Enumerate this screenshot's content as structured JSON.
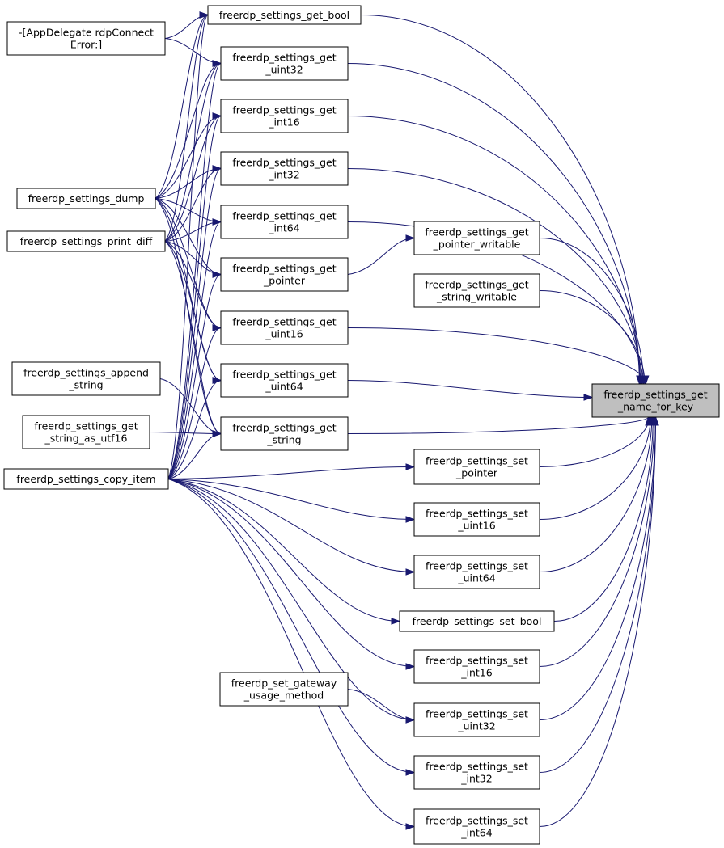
{
  "graph": {
    "nodes": [
      {
        "id": "get_name_for_key",
        "lines": [
          "freerdp_settings_get",
          "_name_for_key"
        ],
        "highlight": true
      },
      {
        "id": "get_bool",
        "lines": [
          "freerdp_settings_get_bool"
        ]
      },
      {
        "id": "get_uint32",
        "lines": [
          "freerdp_settings_get",
          "_uint32"
        ]
      },
      {
        "id": "get_int16",
        "lines": [
          "freerdp_settings_get",
          "_int16"
        ]
      },
      {
        "id": "get_int32",
        "lines": [
          "freerdp_settings_get",
          "_int32"
        ]
      },
      {
        "id": "get_int64",
        "lines": [
          "freerdp_settings_get",
          "_int64"
        ]
      },
      {
        "id": "get_pointer",
        "lines": [
          "freerdp_settings_get",
          "_pointer"
        ]
      },
      {
        "id": "get_uint16",
        "lines": [
          "freerdp_settings_get",
          "_uint16"
        ]
      },
      {
        "id": "get_uint64",
        "lines": [
          "freerdp_settings_get",
          "_uint64"
        ]
      },
      {
        "id": "get_string",
        "lines": [
          "freerdp_settings_get",
          "_string"
        ]
      },
      {
        "id": "get_pointer_writable",
        "lines": [
          "freerdp_settings_get",
          "_pointer_writable"
        ]
      },
      {
        "id": "get_string_writable",
        "lines": [
          "freerdp_settings_get",
          "_string_writable"
        ]
      },
      {
        "id": "set_pointer",
        "lines": [
          "freerdp_settings_set",
          "_pointer"
        ]
      },
      {
        "id": "set_uint16",
        "lines": [
          "freerdp_settings_set",
          "_uint16"
        ]
      },
      {
        "id": "set_uint64",
        "lines": [
          "freerdp_settings_set",
          "_uint64"
        ]
      },
      {
        "id": "set_bool",
        "lines": [
          "freerdp_settings_set_bool"
        ]
      },
      {
        "id": "set_int16",
        "lines": [
          "freerdp_settings_set",
          "_int16"
        ]
      },
      {
        "id": "set_uint32",
        "lines": [
          "freerdp_settings_set",
          "_uint32"
        ]
      },
      {
        "id": "set_int32",
        "lines": [
          "freerdp_settings_set",
          "_int32"
        ]
      },
      {
        "id": "set_int64",
        "lines": [
          "freerdp_settings_set",
          "_int64"
        ]
      },
      {
        "id": "rdp_connect_error",
        "lines": [
          "-[AppDelegate rdpConnect",
          "Error:]"
        ]
      },
      {
        "id": "settings_dump",
        "lines": [
          "freerdp_settings_dump"
        ]
      },
      {
        "id": "settings_print_diff",
        "lines": [
          "freerdp_settings_print_diff"
        ]
      },
      {
        "id": "append_string",
        "lines": [
          "freerdp_settings_append",
          "_string"
        ]
      },
      {
        "id": "get_string_as_utf16",
        "lines": [
          "freerdp_settings_get",
          "_string_as_utf16"
        ]
      },
      {
        "id": "copy_item",
        "lines": [
          "freerdp_settings_copy_item"
        ]
      },
      {
        "id": "set_gateway_usage_method",
        "lines": [
          "freerdp_set_gateway",
          "_usage_method"
        ]
      }
    ],
    "edges": [
      {
        "from": "get_bool",
        "to": "get_name_for_key"
      },
      {
        "from": "get_uint32",
        "to": "get_name_for_key"
      },
      {
        "from": "get_int16",
        "to": "get_name_for_key"
      },
      {
        "from": "get_int32",
        "to": "get_name_for_key"
      },
      {
        "from": "get_int64",
        "to": "get_name_for_key"
      },
      {
        "from": "get_pointer_writable",
        "to": "get_name_for_key"
      },
      {
        "from": "get_string_writable",
        "to": "get_name_for_key"
      },
      {
        "from": "get_uint16",
        "to": "get_name_for_key"
      },
      {
        "from": "get_uint64",
        "to": "get_name_for_key"
      },
      {
        "from": "get_string",
        "to": "get_name_for_key"
      },
      {
        "from": "set_pointer",
        "to": "get_name_for_key"
      },
      {
        "from": "set_uint16",
        "to": "get_name_for_key"
      },
      {
        "from": "set_uint64",
        "to": "get_name_for_key"
      },
      {
        "from": "set_bool",
        "to": "get_name_for_key"
      },
      {
        "from": "set_int16",
        "to": "get_name_for_key"
      },
      {
        "from": "set_uint32",
        "to": "get_name_for_key"
      },
      {
        "from": "set_int32",
        "to": "get_name_for_key"
      },
      {
        "from": "set_int64",
        "to": "get_name_for_key"
      },
      {
        "from": "get_pointer",
        "to": "get_pointer_writable"
      },
      {
        "from": "rdp_connect_error",
        "to": "get_bool"
      },
      {
        "from": "rdp_connect_error",
        "to": "get_uint32"
      },
      {
        "from": "settings_dump",
        "to": "get_bool"
      },
      {
        "from": "settings_dump",
        "to": "get_uint32"
      },
      {
        "from": "settings_dump",
        "to": "get_int16"
      },
      {
        "from": "settings_dump",
        "to": "get_int32"
      },
      {
        "from": "settings_dump",
        "to": "get_int64"
      },
      {
        "from": "settings_dump",
        "to": "get_pointer"
      },
      {
        "from": "settings_dump",
        "to": "get_uint16"
      },
      {
        "from": "settings_dump",
        "to": "get_uint64"
      },
      {
        "from": "settings_dump",
        "to": "get_string"
      },
      {
        "from": "settings_print_diff",
        "to": "get_bool"
      },
      {
        "from": "settings_print_diff",
        "to": "get_uint32"
      },
      {
        "from": "settings_print_diff",
        "to": "get_int16"
      },
      {
        "from": "settings_print_diff",
        "to": "get_int32"
      },
      {
        "from": "settings_print_diff",
        "to": "get_int64"
      },
      {
        "from": "settings_print_diff",
        "to": "get_pointer"
      },
      {
        "from": "settings_print_diff",
        "to": "get_uint16"
      },
      {
        "from": "settings_print_diff",
        "to": "get_uint64"
      },
      {
        "from": "settings_print_diff",
        "to": "get_string"
      },
      {
        "from": "append_string",
        "to": "get_string"
      },
      {
        "from": "get_string_as_utf16",
        "to": "get_string"
      },
      {
        "from": "copy_item",
        "to": "get_bool"
      },
      {
        "from": "copy_item",
        "to": "get_uint32"
      },
      {
        "from": "copy_item",
        "to": "get_int16"
      },
      {
        "from": "copy_item",
        "to": "get_int32"
      },
      {
        "from": "copy_item",
        "to": "get_int64"
      },
      {
        "from": "copy_item",
        "to": "get_pointer"
      },
      {
        "from": "copy_item",
        "to": "get_uint16"
      },
      {
        "from": "copy_item",
        "to": "get_uint64"
      },
      {
        "from": "copy_item",
        "to": "get_string"
      },
      {
        "from": "copy_item",
        "to": "set_pointer"
      },
      {
        "from": "copy_item",
        "to": "set_uint16"
      },
      {
        "from": "copy_item",
        "to": "set_uint64"
      },
      {
        "from": "copy_item",
        "to": "set_bool"
      },
      {
        "from": "copy_item",
        "to": "set_int16"
      },
      {
        "from": "copy_item",
        "to": "set_uint32"
      },
      {
        "from": "copy_item",
        "to": "set_int32"
      },
      {
        "from": "copy_item",
        "to": "set_int64"
      },
      {
        "from": "set_gateway_usage_method",
        "to": "set_uint32"
      }
    ]
  }
}
